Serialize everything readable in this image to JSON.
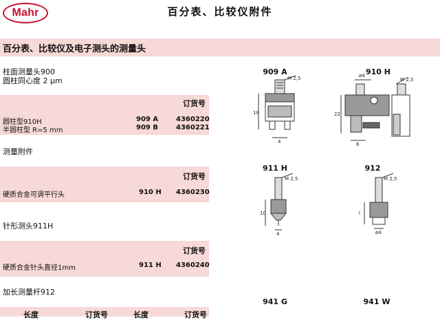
{
  "header": {
    "logo": "Mahr",
    "title": "百分表、比较仪附件"
  },
  "banner": "百分表、比较仪及电子测头的测量头",
  "sections": {
    "s1": {
      "title": "柱面测量头900",
      "subtitle": "圆柱同心度 2 μm",
      "order_header": "订货号",
      "rows": [
        {
          "name": "圆柱型910H",
          "code": "909 A",
          "order": "4360220"
        },
        {
          "name": "半圆柱型  R=5 mm",
          "code": "909 B",
          "order": "4360221"
        }
      ]
    },
    "s2": {
      "title": "测量附件",
      "order_header": "订货号",
      "rows": [
        {
          "name": "硬质合金可调平行头",
          "code": "910 H",
          "order": "4360230"
        }
      ]
    },
    "s3": {
      "title": "针形测头911H",
      "order_header": "订货号",
      "rows": [
        {
          "name": "硬质合金针头直径1mm",
          "code": "911 H",
          "order": "4360240"
        }
      ]
    },
    "s4": {
      "title": "加长测量杆912",
      "col1": "长度",
      "col2": "订货号",
      "col3": "长度",
      "col4": "订货号"
    }
  },
  "drawings": {
    "d909a": {
      "label": "909 A",
      "thread": "M 2,5",
      "dim_h": "18",
      "dim_w": "4"
    },
    "d910h": {
      "label": "910 H",
      "thread": "M 2,5",
      "dim_top": "ø4",
      "dim_h": "22",
      "dim_w": "6"
    },
    "d911h": {
      "label": "911 H",
      "thread": "M 2,5",
      "dim_h": "10",
      "dim_w": "4"
    },
    "d912": {
      "label": "912",
      "thread": "M 2,5",
      "dim_h": "l",
      "dim_w": "ø4"
    },
    "d941g": {
      "label": "941 G"
    },
    "d941w": {
      "label": "941 W"
    }
  }
}
